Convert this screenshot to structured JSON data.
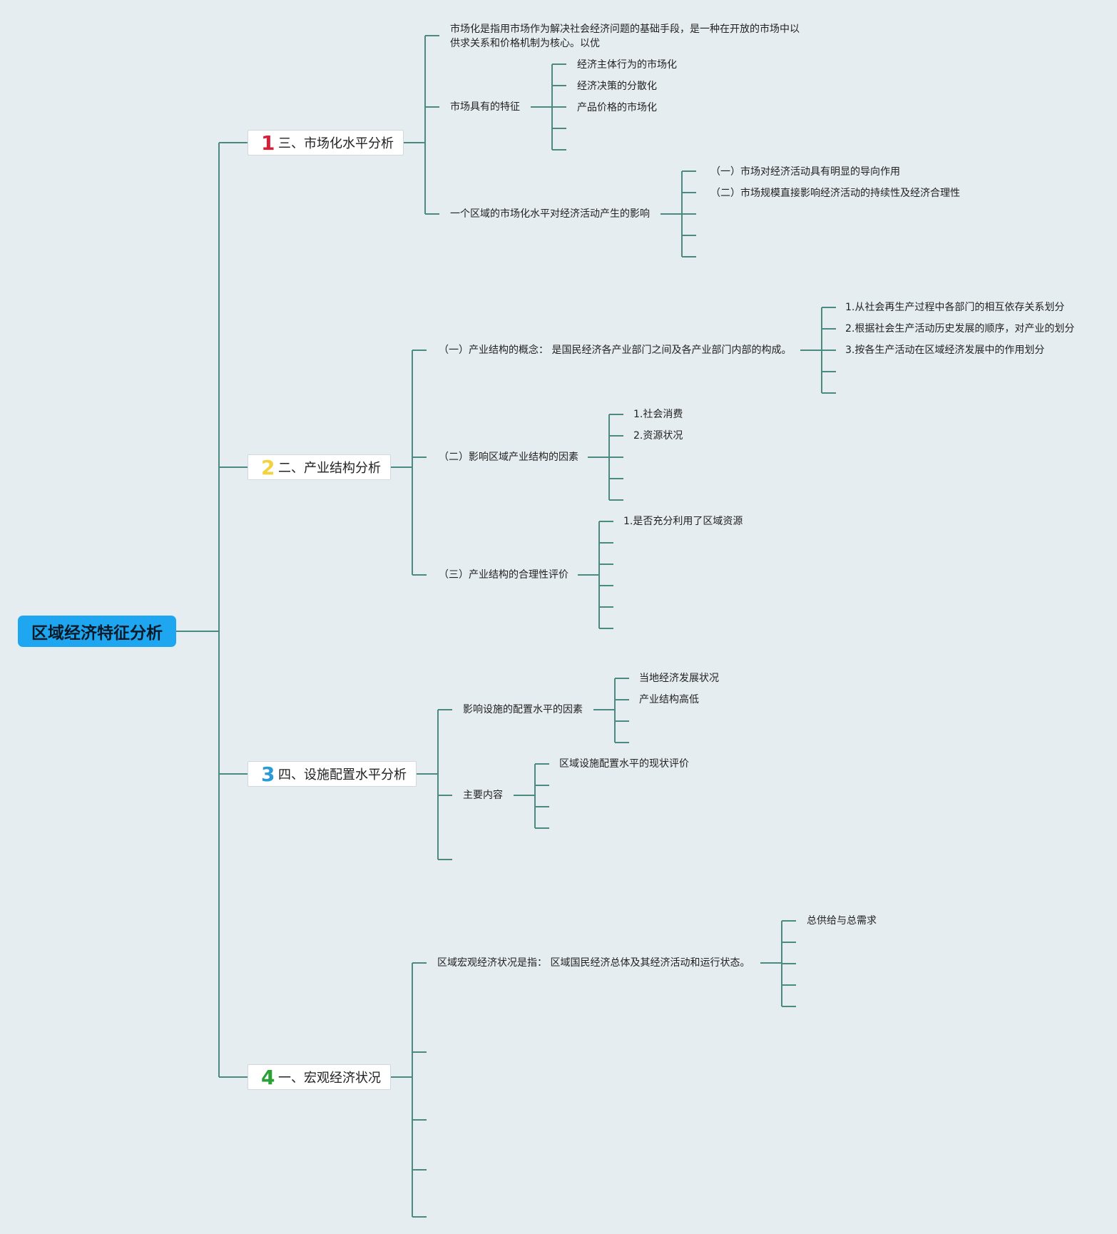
{
  "root": {
    "title": "区域经济特征分析"
  },
  "colors": {
    "line": "#4a8a80",
    "root_bg": "#1ea7f0"
  },
  "branches": [
    {
      "num": "1",
      "num_color": "#d4213a",
      "label": "三、市场化水平分析",
      "children": [
        {
          "text": "市场化是指用市场作为解决社会经济问题的基础手段，是一种在开放的市场中以供求关系和价格机制为核心。以优"
        },
        {
          "text": "市场具有的特征",
          "children": [
            "经济主体行为的市场化",
            "经济决策的分散化",
            "产品价格的市场化",
            "",
            ""
          ]
        },
        {
          "text": "一个区域的市场化水平对经济活动产生的影响",
          "children": [
            "（一）市场对经济活动具有明显的导向作用",
            "（二）市场规模直接影响经济活动的持续性及经济合理性",
            "",
            "",
            ""
          ]
        }
      ]
    },
    {
      "num": "2",
      "num_color": "#f2d33f",
      "label": "二、产业结构分析",
      "children": [
        {
          "text": "（一）产业结构的概念： 是国民经济各产业部门之间及各产业部门内部的构成。",
          "children": [
            "1.从社会再生产过程中各部门的相互依存关系划分",
            "2.根据社会生产活动历史发展的顺序，对产业的划分",
            "3.按各生产活动在区域经济发展中的作用划分",
            "",
            ""
          ]
        },
        {
          "text": "（二）影响区域产业结构的因素",
          "children": [
            "1.社会消费",
            "2.资源状况",
            "",
            "",
            ""
          ]
        },
        {
          "text": "（三）产业结构的合理性评价",
          "children": [
            "1.是否充分利用了区域资源",
            "",
            "",
            "",
            "",
            ""
          ]
        }
      ]
    },
    {
      "num": "3",
      "num_color": "#2a9ad8",
      "label": "四、设施配置水平分析",
      "children": [
        {
          "text": "影响设施的配置水平的因素",
          "children": [
            "当地经济发展状况",
            "产业结构高低",
            "",
            ""
          ]
        },
        {
          "text": "主要内容",
          "children": [
            "区域设施配置水平的现状评价",
            "",
            "",
            ""
          ]
        },
        {
          "text": ""
        }
      ]
    },
    {
      "num": "4",
      "num_color": "#2aa035",
      "label": "一、宏观经济状况",
      "children": [
        {
          "text": "区域宏观经济状况是指： 区域国民经济总体及其经济活动和运行状态。",
          "children": [
            "总供给与总需求",
            "",
            "",
            "",
            ""
          ]
        },
        {
          "text": ""
        },
        {
          "text": ""
        },
        {
          "text": ""
        },
        {
          "text": ""
        }
      ]
    }
  ]
}
